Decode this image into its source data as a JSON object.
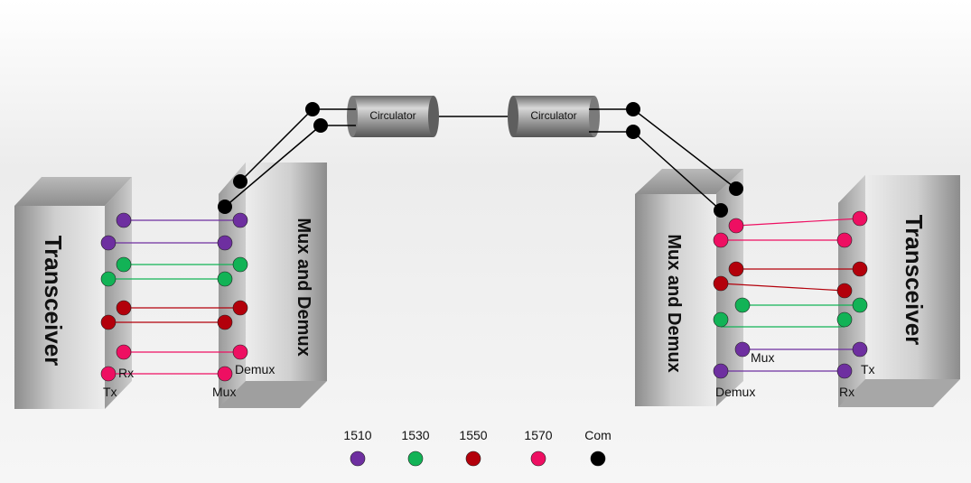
{
  "colors": {
    "1510": "#6e2fa0",
    "1530": "#12b356",
    "1550": "#b3000b",
    "1570": "#ee0f62",
    "com": "#000000"
  },
  "left": {
    "transceiver_label": "Transceiver",
    "mux_demux_label": "Mux and Demux",
    "rx_label": "Rx",
    "tx_label": "Tx",
    "demux_label": "Demux",
    "mux_label": "Mux"
  },
  "right": {
    "transceiver_label": "Transceiver",
    "mux_demux_label": "Mux and Demux",
    "mux_label": "Mux",
    "demux_label": "Demux",
    "tx_label": "Tx",
    "rx_label": "Rx"
  },
  "circulators": {
    "left_label": "Circulator",
    "right_label": "Circulator"
  },
  "legend": [
    {
      "label": "1510",
      "color_key": "1510"
    },
    {
      "label": "1530",
      "color_key": "1530"
    },
    {
      "label": "1550",
      "color_key": "1550"
    },
    {
      "label": "1570",
      "color_key": "1570"
    },
    {
      "label": "Com",
      "color_key": "com"
    }
  ]
}
